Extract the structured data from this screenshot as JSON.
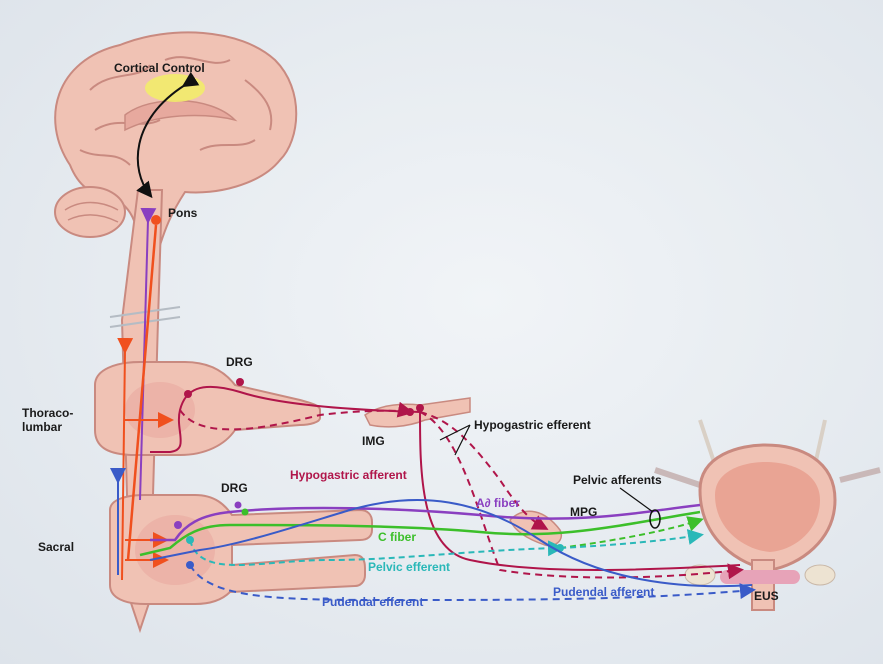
{
  "labels": {
    "cortical_control": "Cortical Control",
    "pons": "Pons",
    "drg_upper": "DRG",
    "thoracolumbar": "Thoraco-\nlumbar",
    "img": "IMG",
    "hypogastric_efferent": "Hypogastric efferent",
    "hypogastric_afferent": "Hypogastric afferent",
    "pelvic_afferents": "Pelvic afferents",
    "drg_lower": "DRG",
    "a_delta_fiber": "A∂ fiber",
    "mpg": "MPG",
    "sacral": "Sacral",
    "c_fiber": "C fiber",
    "pelvic_efferent": "Pelvic efferent",
    "pudendal_afferent": "Pudendal afferent",
    "pudendal_efferent": "Pudendal efferent",
    "eus": "EUS"
  },
  "colors": {
    "hypogastric": "#b0154a",
    "a_delta": "#8a3fc0",
    "c_fiber": "#3cbf2a",
    "pelvic_efferent": "#2ab8b8",
    "pudendal": "#3a5bc8",
    "orange": "#f0501e",
    "tissue": "#f0c2b4",
    "tissue_dark": "#d8958a",
    "cortical_highlight": "#f2ec6a"
  }
}
